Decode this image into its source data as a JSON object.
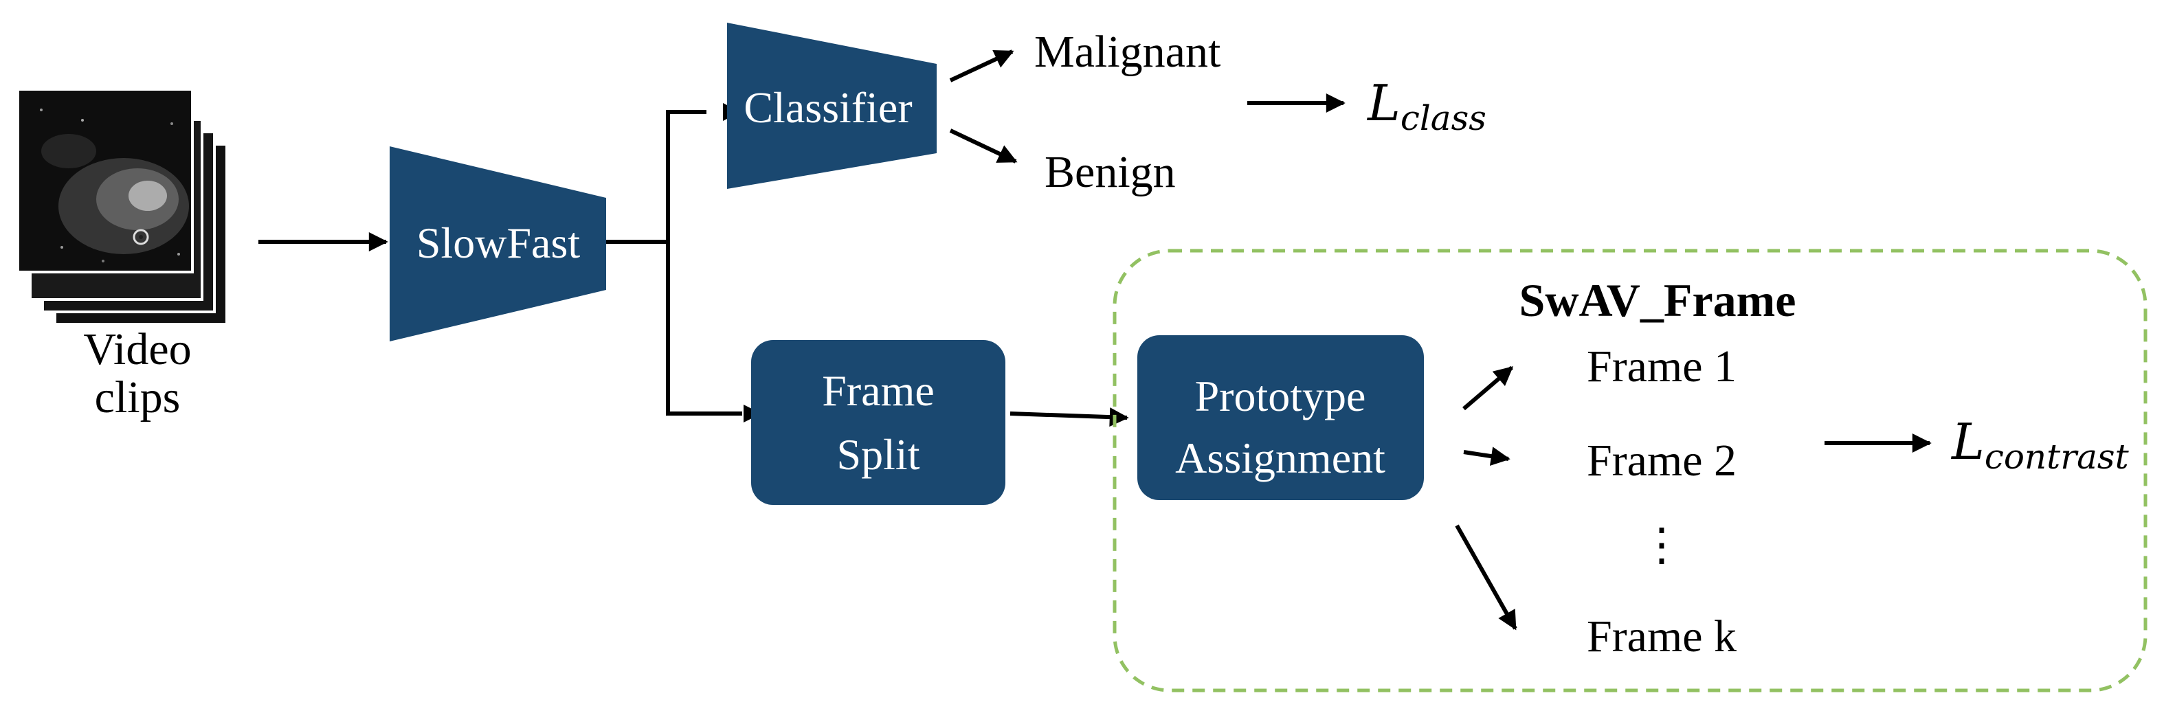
{
  "diagram": {
    "input_label_line1": "Video",
    "input_label_line2": "clips",
    "slowfast_label": "SlowFast",
    "classifier_label": "Classifier",
    "malignant_label": "Malignant",
    "benign_label": "Benign",
    "loss_class_main": "L",
    "loss_class_sub": "class",
    "frame_split_line1": "Frame",
    "frame_split_line2": "Split",
    "prototype_line1": "Prototype",
    "prototype_line2": "Assignment",
    "swav_title": "SwAV_Frame",
    "frame1_label": "Frame 1",
    "frame2_label": "Frame 2",
    "frame_ellipsis": "⋮",
    "framek_label": "Frame k",
    "loss_contrast_main": "L",
    "loss_contrast_sub": "contrast"
  },
  "colors": {
    "block_fill": "#1a4870",
    "dashed_border": "#92c162",
    "arrow": "#000000"
  }
}
